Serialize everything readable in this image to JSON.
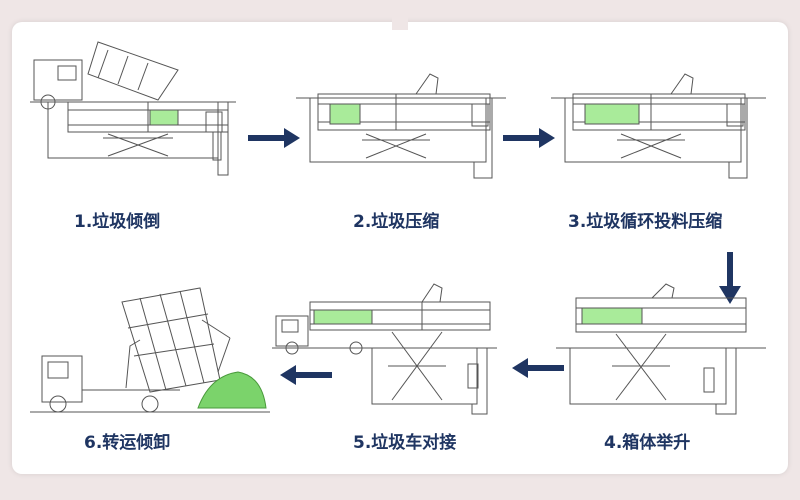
{
  "steps": [
    {
      "label": "1.垃圾倾倒"
    },
    {
      "label": "2.垃圾压缩"
    },
    {
      "label": "3.垃圾循环投料压缩"
    },
    {
      "label": "4.箱体举升"
    },
    {
      "label": "5.垃圾车对接"
    },
    {
      "label": "6.转运倾卸"
    }
  ],
  "colors": {
    "arrow": "#1f3562",
    "label": "#1f3562",
    "line": "#555555",
    "box_fill": "#a9eb9a",
    "pile_fill": "#7bd36b"
  },
  "icons": {
    "flow_arrow": "right-arrow"
  }
}
